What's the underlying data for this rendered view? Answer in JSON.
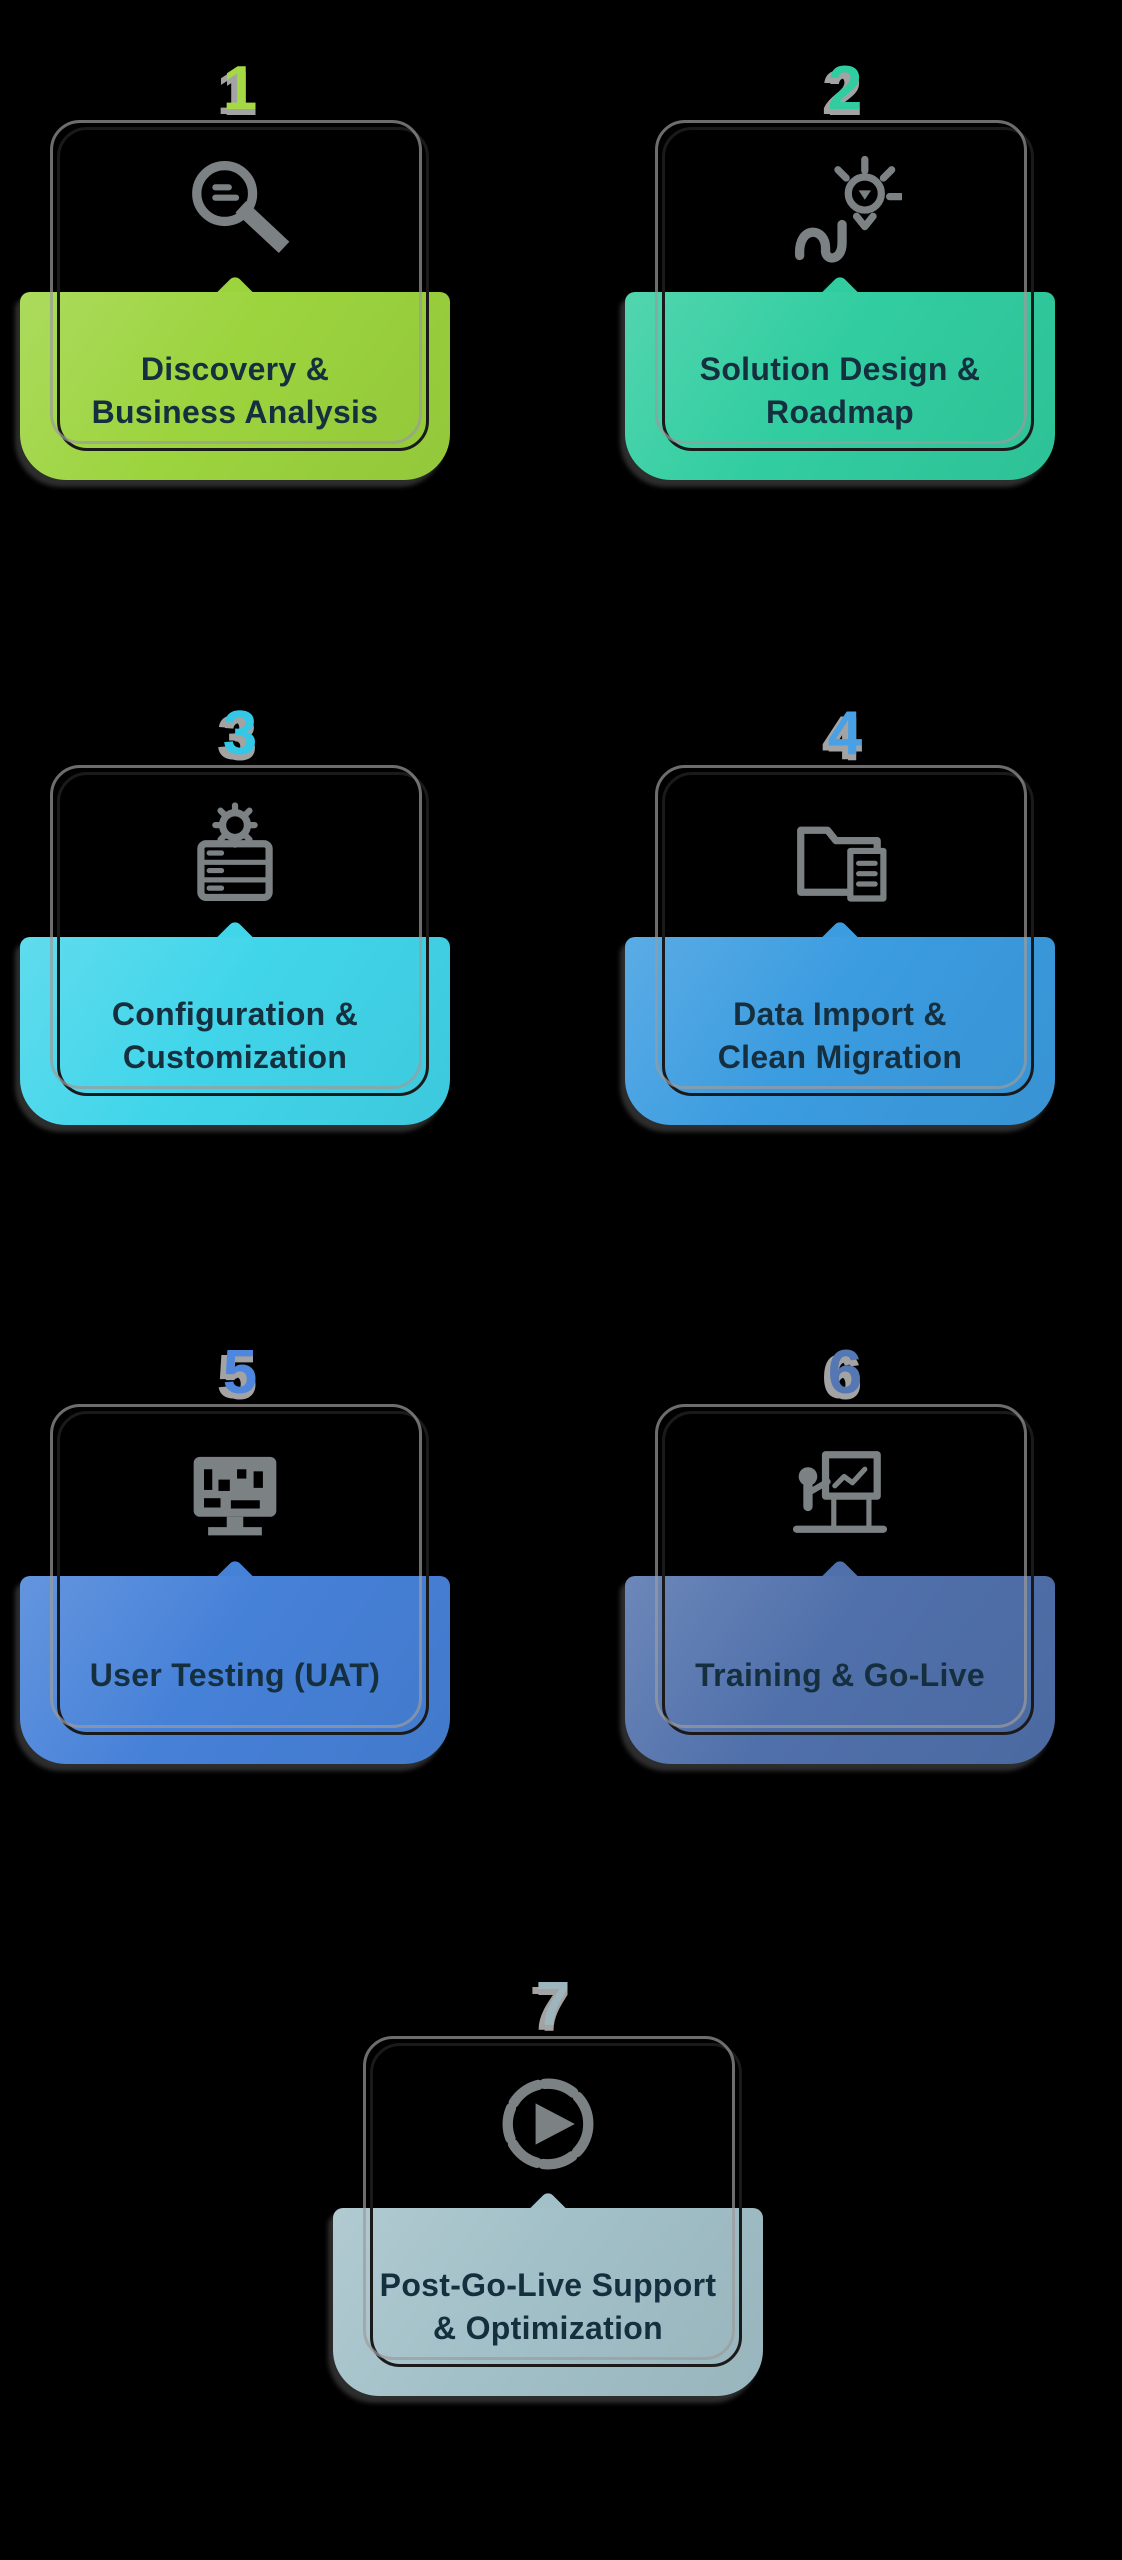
{
  "colors": {
    "background": "#000000",
    "icon": "#7c8184",
    "number_shadow": "#a3a3a3",
    "label_text": "#152f3f",
    "frame_outline": "#1a1a1a",
    "frame_shadow": "#9b9b9b"
  },
  "steps": [
    {
      "number": "1",
      "icon": "search-analysis-icon",
      "accent": "#a4d945",
      "panel_color": "#9cd43e",
      "lines": [
        "Discovery &",
        "Business Analysis"
      ]
    },
    {
      "number": "2",
      "icon": "roadmap-lightbulb-icon",
      "accent": "#31cda0",
      "panel_color": "#31cda0",
      "lines": [
        "Solution Design &",
        "Roadmap"
      ]
    },
    {
      "number": "3",
      "icon": "server-gear-icon",
      "accent": "#33c9e6",
      "panel_color": "#41d5ea",
      "lines": [
        "Configuration &",
        "Customization"
      ]
    },
    {
      "number": "4",
      "icon": "folder-data-icon",
      "accent": "#4aa0e4",
      "panel_color": "#3b9ce0",
      "lines": [
        "Data Import &",
        "Clean Migration"
      ]
    },
    {
      "number": "5",
      "icon": "uat-monitor-icon",
      "accent": "#4f87de",
      "panel_color": "#4681d8",
      "lines": [
        "User Testing (UAT)"
      ]
    },
    {
      "number": "6",
      "icon": "training-presentation-icon",
      "accent": "#5577b4",
      "panel_color": "#5070ab",
      "lines": [
        "Training & Go-Live"
      ]
    },
    {
      "number": "7",
      "icon": "play-icon",
      "accent": "#9db6bd",
      "panel_color": "#a2c0c8",
      "lines": [
        "Post-Go-Live Support",
        "& Optimization"
      ]
    }
  ]
}
